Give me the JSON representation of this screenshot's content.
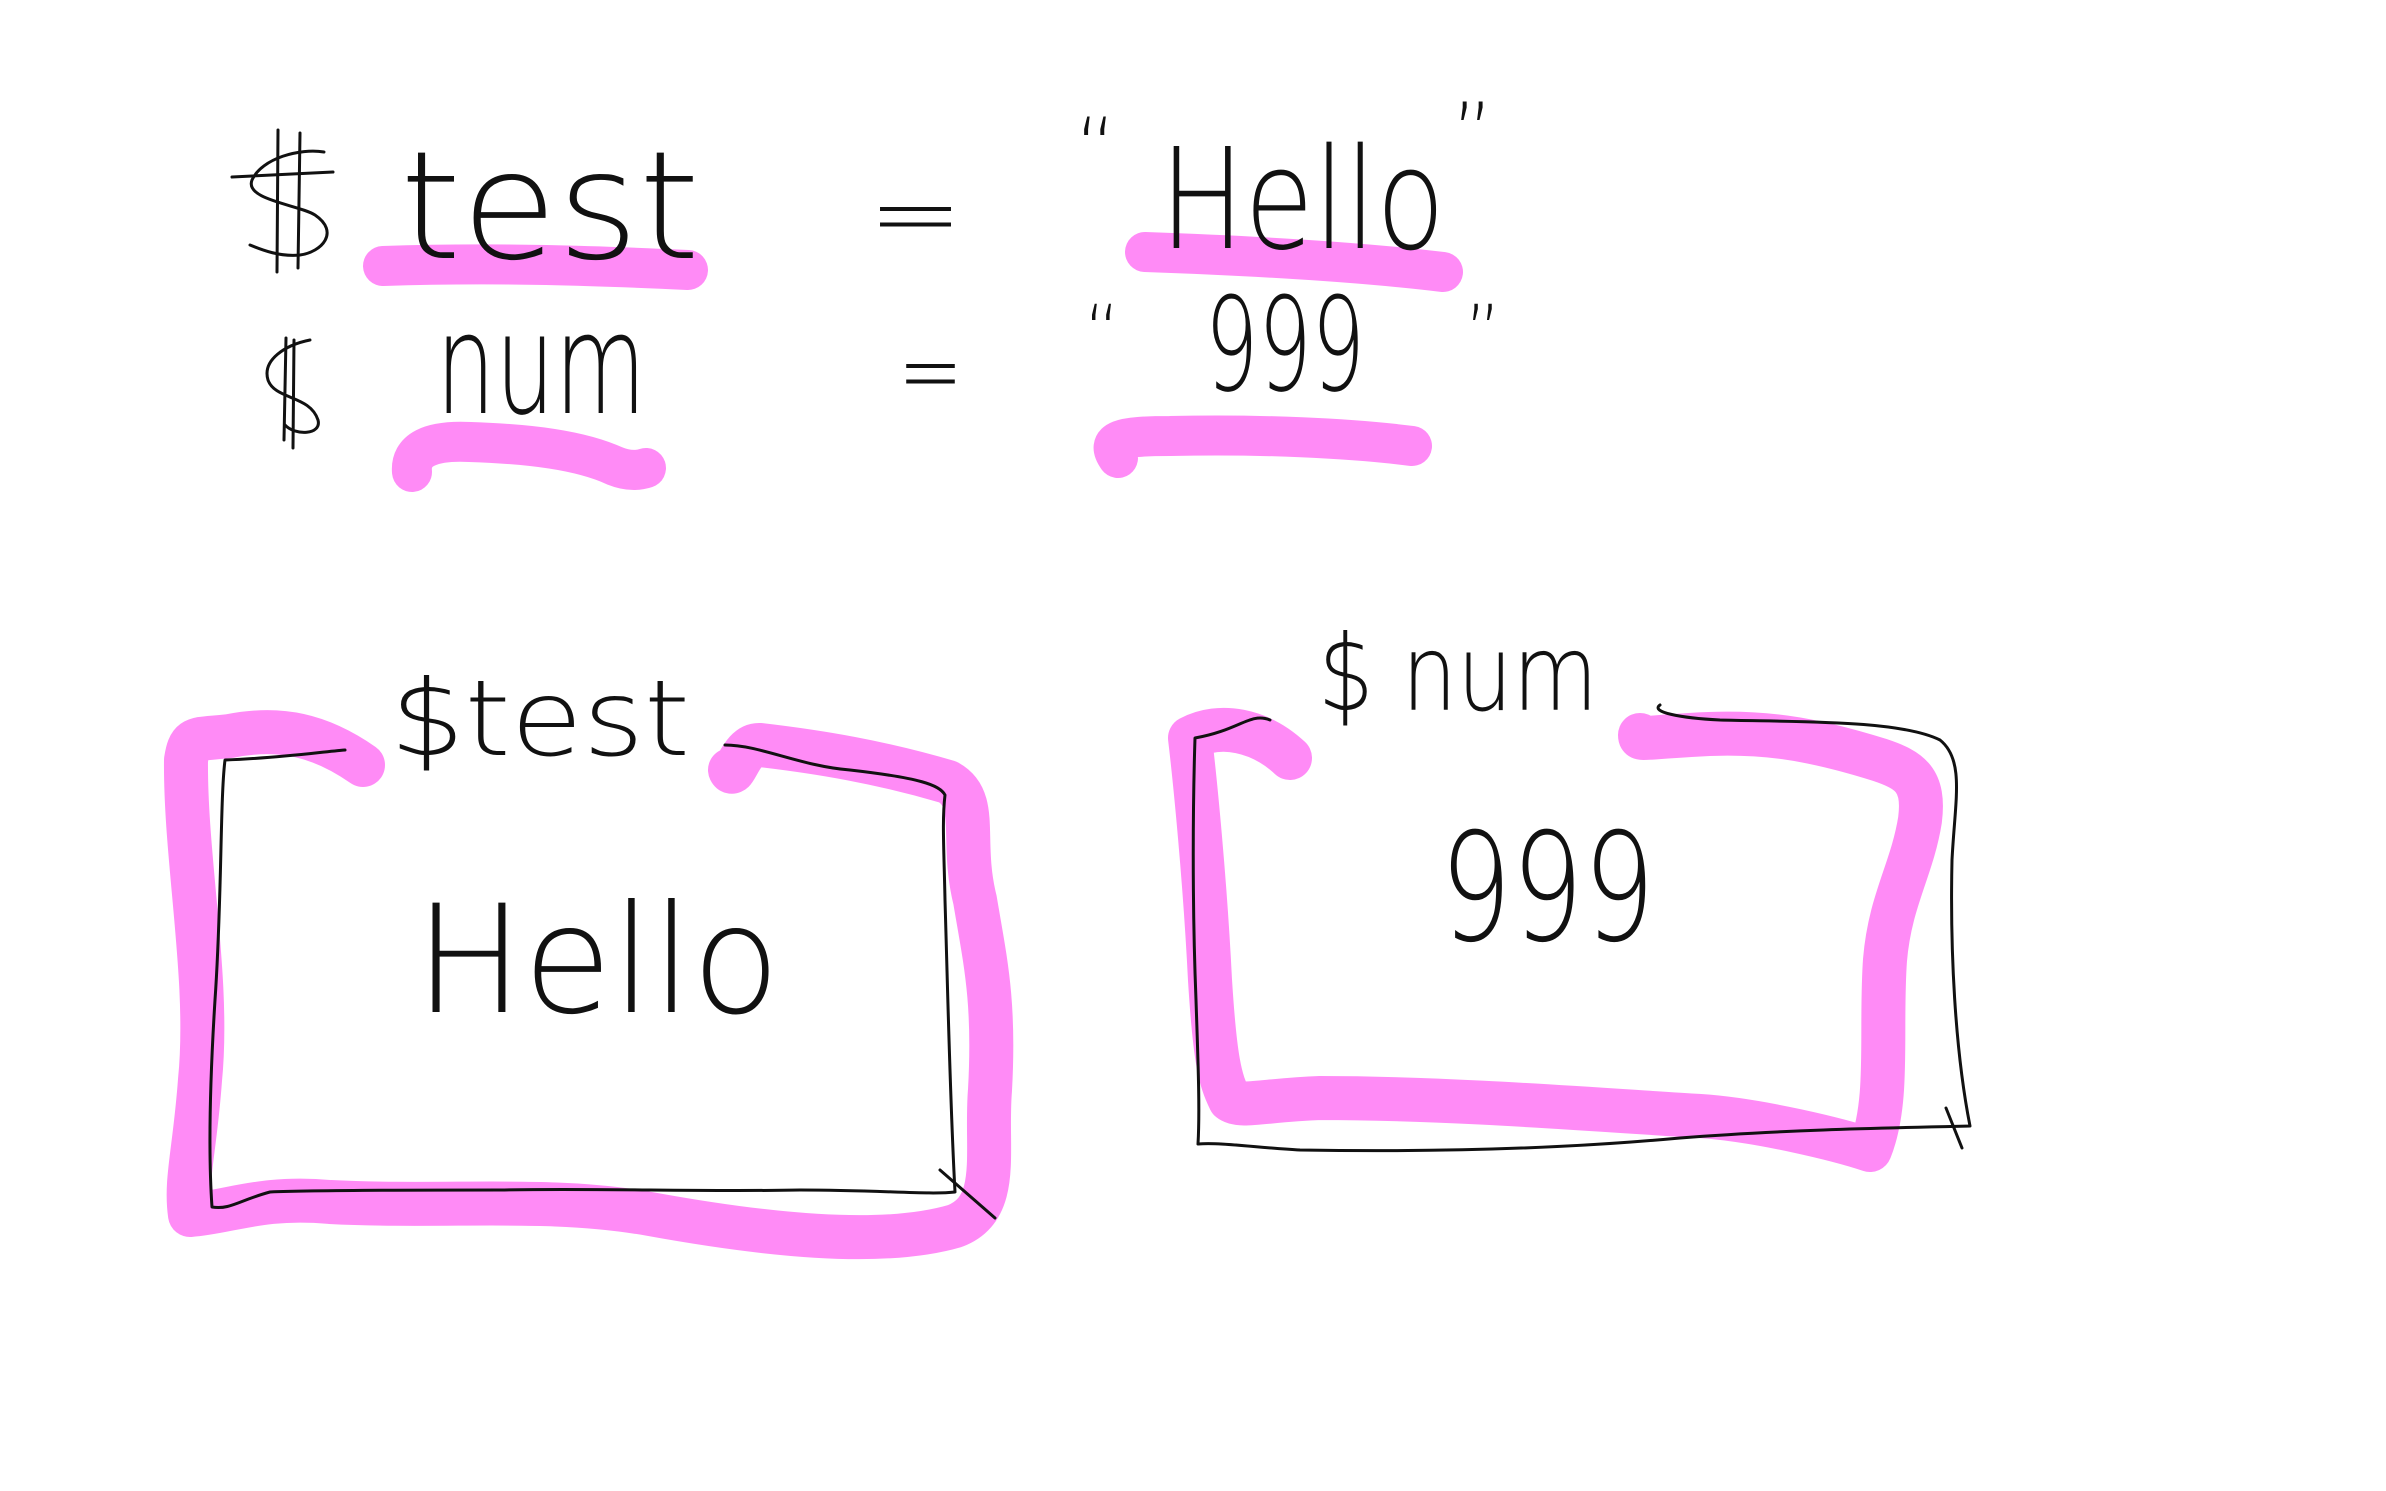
{
  "statements": [
    {
      "sigil": "$",
      "name": "test",
      "operator": "=",
      "open_quote": "“",
      "value": "Hello",
      "close_quote": "”"
    },
    {
      "sigil": "$",
      "name": "num",
      "operator": "=",
      "open_quote": "“",
      "value": "999",
      "close_quote": "”"
    }
  ],
  "boxes": [
    {
      "label": "$test",
      "value": "Hello"
    },
    {
      "label": "$ num",
      "value": "999"
    }
  ],
  "colors": {
    "ink": "#111111",
    "highlight": "#ff7ef5",
    "background": "#ffffff"
  }
}
